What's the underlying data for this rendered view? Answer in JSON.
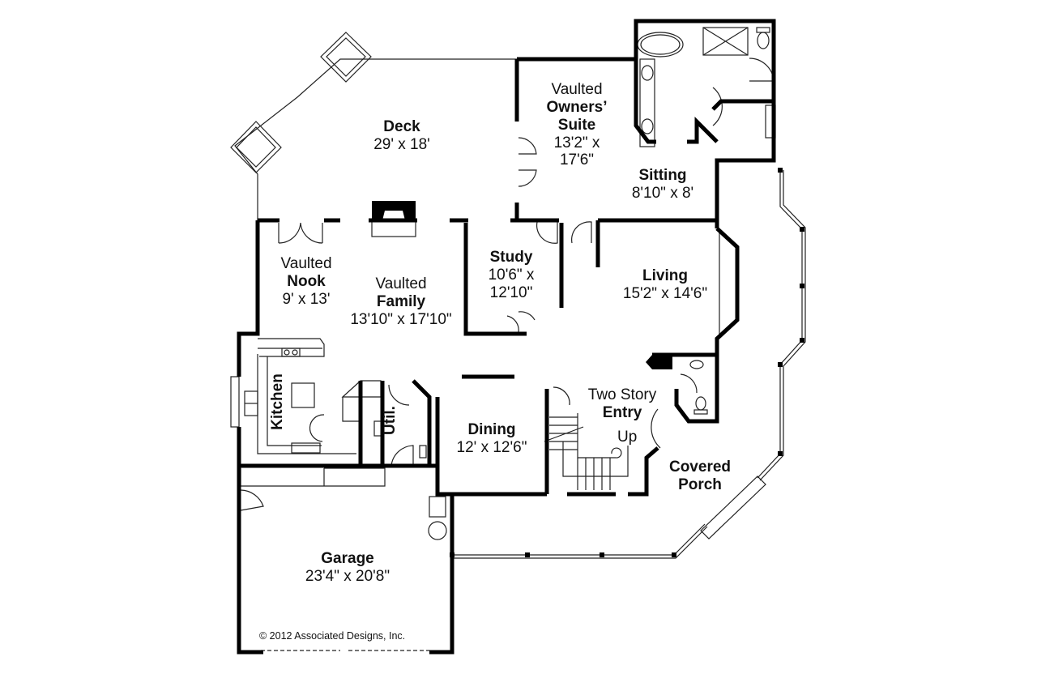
{
  "plan": {
    "copyright": "© 2012 Associated Designs, Inc.",
    "colors": {
      "wall": "#000000",
      "line": "#222222",
      "background": "#ffffff"
    },
    "rooms": [
      {
        "id": "deck",
        "prefix": "",
        "name": "Deck",
        "dimensions": "29' x 18'"
      },
      {
        "id": "owners-suite",
        "prefix": "Vaulted",
        "name": "Owners’ Suite",
        "name_line1": "Owners’",
        "name_line2": "Suite",
        "dimensions": "13'2\" x 17'6\"",
        "dim_line1": "13'2\" x",
        "dim_line2": "17'6\""
      },
      {
        "id": "sitting",
        "prefix": "",
        "name": "Sitting",
        "dimensions": "8'10\" x 8'"
      },
      {
        "id": "nook",
        "prefix": "Vaulted",
        "name": "Nook",
        "dimensions": "9' x 13'"
      },
      {
        "id": "family",
        "prefix": "Vaulted",
        "name": "Family",
        "dimensions": "13'10\" x 17'10\""
      },
      {
        "id": "study",
        "prefix": "",
        "name": "Study",
        "dimensions": "10'6\" x 12'10\"",
        "dim_line1": "10'6\" x",
        "dim_line2": "12'10\""
      },
      {
        "id": "living",
        "prefix": "",
        "name": "Living",
        "dimensions": "15'2\" x 14'6\""
      },
      {
        "id": "kitchen",
        "prefix": "",
        "name": "Kitchen",
        "dimensions": ""
      },
      {
        "id": "util",
        "prefix": "",
        "name": "Util.",
        "dimensions": ""
      },
      {
        "id": "dining",
        "prefix": "",
        "name": "Dining",
        "dimensions": "12' x 12'6\""
      },
      {
        "id": "entry",
        "prefix": "Two Story",
        "name": "Entry",
        "dimensions": ""
      },
      {
        "id": "porch",
        "prefix": "",
        "name": "Covered Porch",
        "name_line1": "Covered",
        "name_line2": "Porch",
        "dimensions": ""
      },
      {
        "id": "garage",
        "prefix": "",
        "name": "Garage",
        "dimensions": "23'4\" x 20'8\""
      }
    ],
    "annotations": {
      "stairs_direction": "Up"
    }
  }
}
